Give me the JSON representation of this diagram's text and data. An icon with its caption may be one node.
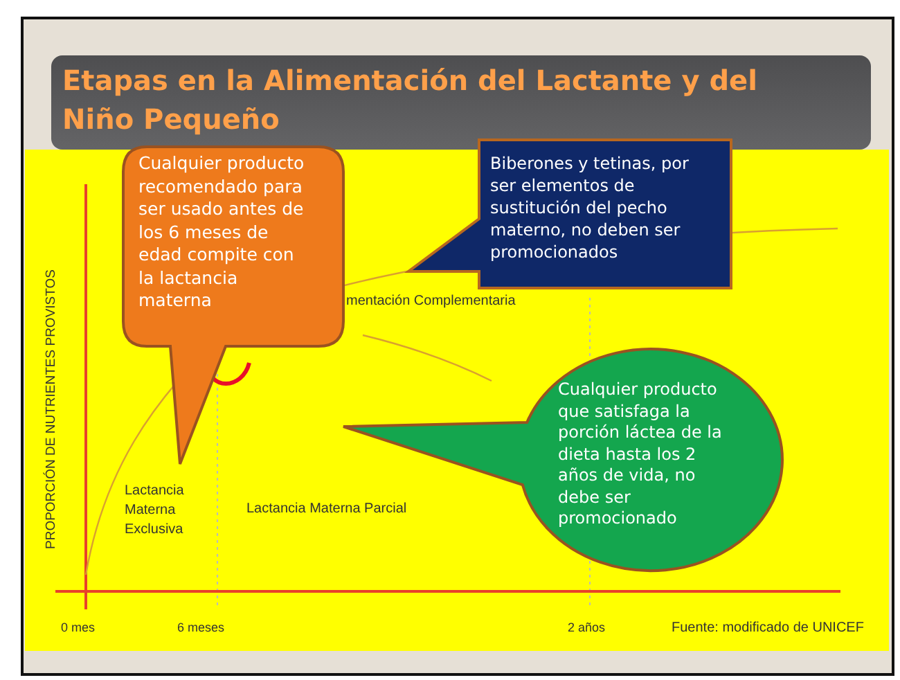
{
  "diagram": {
    "title": "Etapas en la Alimentación del Lactante y del Niño Pequeño",
    "nodes": [
      {
        "text": [
          "Cualquier producto recomendado para ser usado antes de los 6 meses de edad compite con la lactancia materna"
        ]
      },
      {
        "text": [
          "Biberones y tetinas, por ser elementos de sustitución del pecho materno, no deben ser promocionados"
        ]
      },
      {
        "text": [
          "Cualquier producto que satisfaga la porción láctea de la dieta hasta los 2 años de vida, no debe ser promocionado"
        ]
      }
    ],
    "labels": [
      "PROPORCIÓN DE NUTRIENTES PROVISTOS",
      "mentación Complementaria",
      "Lactancia Materna Exclusiva",
      "Lactancia Materna Parcial",
      "0 mes",
      "6 meses",
      "2 años",
      "Fuente: modificado de UNICEF"
    ]
  }
}
